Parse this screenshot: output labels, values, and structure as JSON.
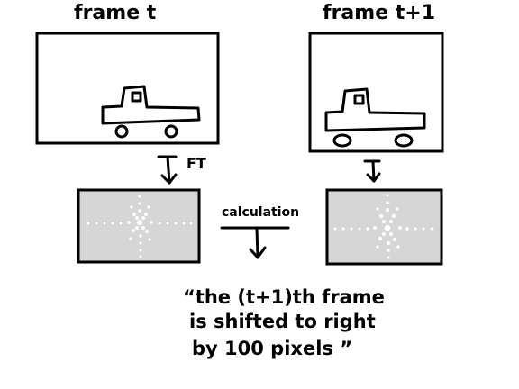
{
  "frames": {
    "left_title": "frame t",
    "right_title": "frame t+1"
  },
  "arrows": {
    "left_label": "FT",
    "center_label": "calculation"
  },
  "conclusion": {
    "line1": "“the (t+1)th frame",
    "line2": "is shifted to right",
    "line3": "by 100 pixels ”"
  },
  "colors": {
    "ink": "#000000",
    "panel_gray": "#d6d6d6",
    "dots": "#ffffff"
  }
}
